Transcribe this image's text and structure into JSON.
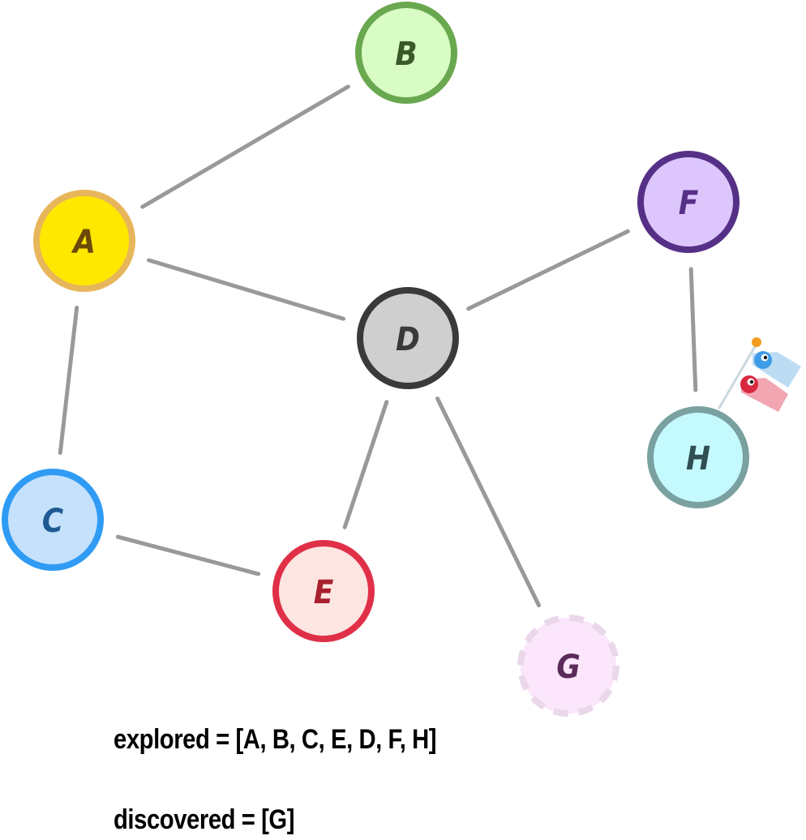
{
  "graph": {
    "nodes": [
      {
        "id": "A",
        "label": "A",
        "fill": "#ffe800",
        "stroke": "#e8b65a",
        "text": "#6b4a08",
        "state": "explored"
      },
      {
        "id": "B",
        "label": "B",
        "fill": "#d8fcc4",
        "stroke": "#6aa84f",
        "text": "#3a5a2a",
        "state": "explored"
      },
      {
        "id": "C",
        "label": "C",
        "fill": "#c5e1fb",
        "stroke": "#2f9bf4",
        "text": "#1f5a94",
        "state": "explored"
      },
      {
        "id": "D",
        "label": "D",
        "fill": "#cfcfcf",
        "stroke": "#3a3a3a",
        "text": "#3a3a3a",
        "state": "explored"
      },
      {
        "id": "E",
        "label": "E",
        "fill": "#fde6e2",
        "stroke": "#e03048",
        "text": "#a8202e",
        "state": "explored"
      },
      {
        "id": "F",
        "label": "F",
        "fill": "#dcc6fc",
        "stroke": "#553086",
        "text": "#553086",
        "state": "explored"
      },
      {
        "id": "G",
        "label": "G",
        "fill": "#fbe6fb",
        "stroke": "#ead8ea",
        "text": "#5a2a5a",
        "state": "discovered"
      },
      {
        "id": "H",
        "label": "H",
        "fill": "#c4fafd",
        "stroke": "#7aa0a0",
        "text": "#2f4f52",
        "state": "explored"
      }
    ],
    "edges": [
      [
        "A",
        "B"
      ],
      [
        "A",
        "D"
      ],
      [
        "A",
        "C"
      ],
      [
        "C",
        "E"
      ],
      [
        "D",
        "F"
      ],
      [
        "D",
        "E"
      ],
      [
        "D",
        "G"
      ],
      [
        "F",
        "H"
      ]
    ],
    "edge_color": "#999999"
  },
  "captions": {
    "explored": "explored = [A, B, C, E, D, F, H]",
    "discovered": "discovered = [G]"
  }
}
